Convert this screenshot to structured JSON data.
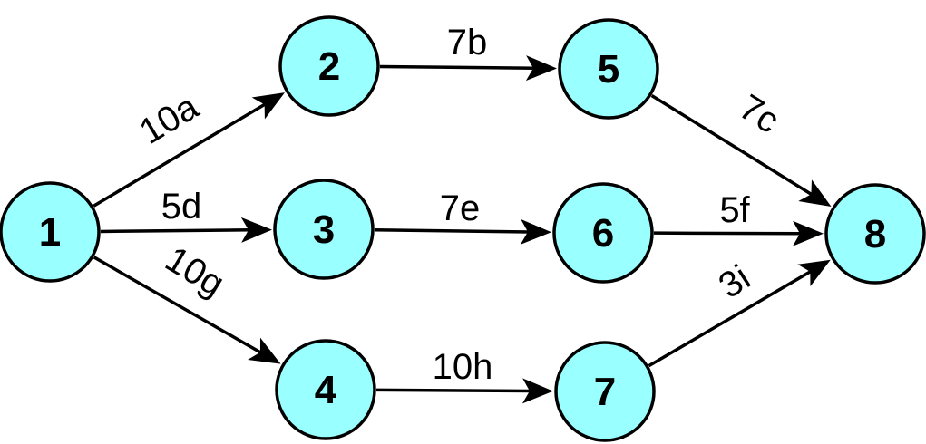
{
  "colors": {
    "node_fill": "#99FFFF",
    "stroke": "#000000",
    "background": "#FFFFFF"
  },
  "nodes": [
    {
      "id": "1",
      "label": "1"
    },
    {
      "id": "2",
      "label": "2"
    },
    {
      "id": "3",
      "label": "3"
    },
    {
      "id": "4",
      "label": "4"
    },
    {
      "id": "5",
      "label": "5"
    },
    {
      "id": "6",
      "label": "6"
    },
    {
      "id": "7",
      "label": "7"
    },
    {
      "id": "8",
      "label": "8"
    }
  ],
  "edges": [
    {
      "from": "1",
      "to": "2",
      "label": "10a"
    },
    {
      "from": "1",
      "to": "3",
      "label": "5d"
    },
    {
      "from": "1",
      "to": "4",
      "label": "10g"
    },
    {
      "from": "2",
      "to": "5",
      "label": "7b"
    },
    {
      "from": "3",
      "to": "6",
      "label": "7e"
    },
    {
      "from": "4",
      "to": "7",
      "label": "10h"
    },
    {
      "from": "5",
      "to": "8",
      "label": "7c"
    },
    {
      "from": "6",
      "to": "8",
      "label": "5f"
    },
    {
      "from": "7",
      "to": "8",
      "label": "3i"
    }
  ]
}
